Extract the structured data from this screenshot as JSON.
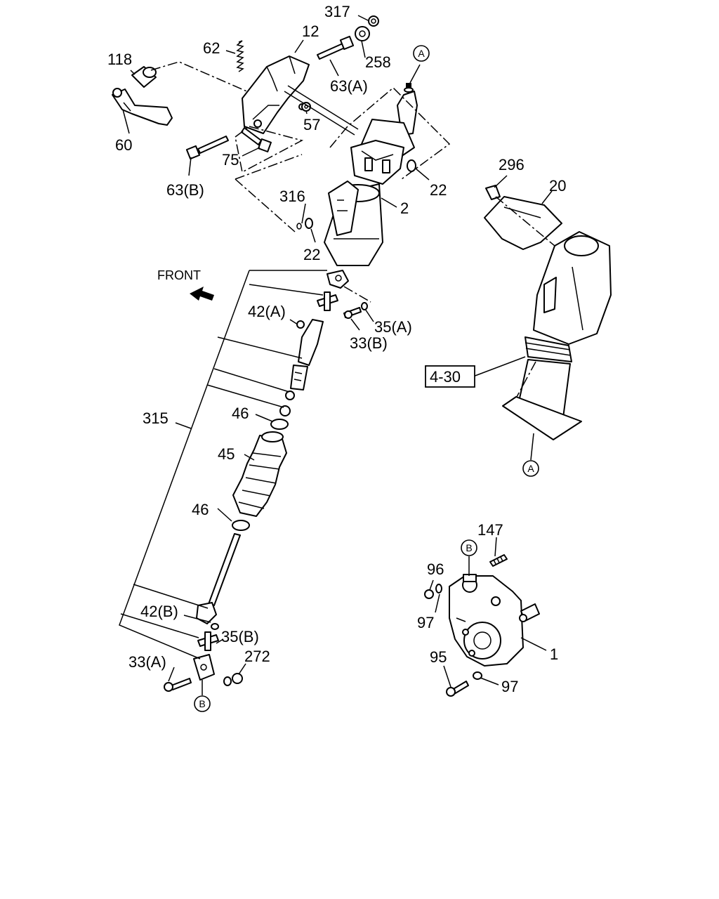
{
  "front_label": "FRONT",
  "ref_box": "4-30",
  "markers": {
    "a": "A",
    "b": "B"
  },
  "labels": {
    "p317": "317",
    "p12": "12",
    "p62": "62",
    "p118": "118",
    "p258": "258",
    "p63a": "63(A)",
    "p57": "57",
    "p60": "60",
    "p75": "75",
    "p63b": "63(B)",
    "p22a": "22",
    "p316": "316",
    "p2": "2",
    "p22b": "22",
    "p296": "296",
    "p20": "20",
    "p42a": "42(A)",
    "p35a": "35(A)",
    "p33b": "33(B)",
    "p46a": "46",
    "p315": "315",
    "p45": "45",
    "p46b": "46",
    "p42b": "42(B)",
    "p35b": "35(B)",
    "p33a": "33(A)",
    "p272": "272",
    "p147": "147",
    "p96": "96",
    "p97a": "97",
    "p95": "95",
    "p97b": "97",
    "p1": "1"
  }
}
